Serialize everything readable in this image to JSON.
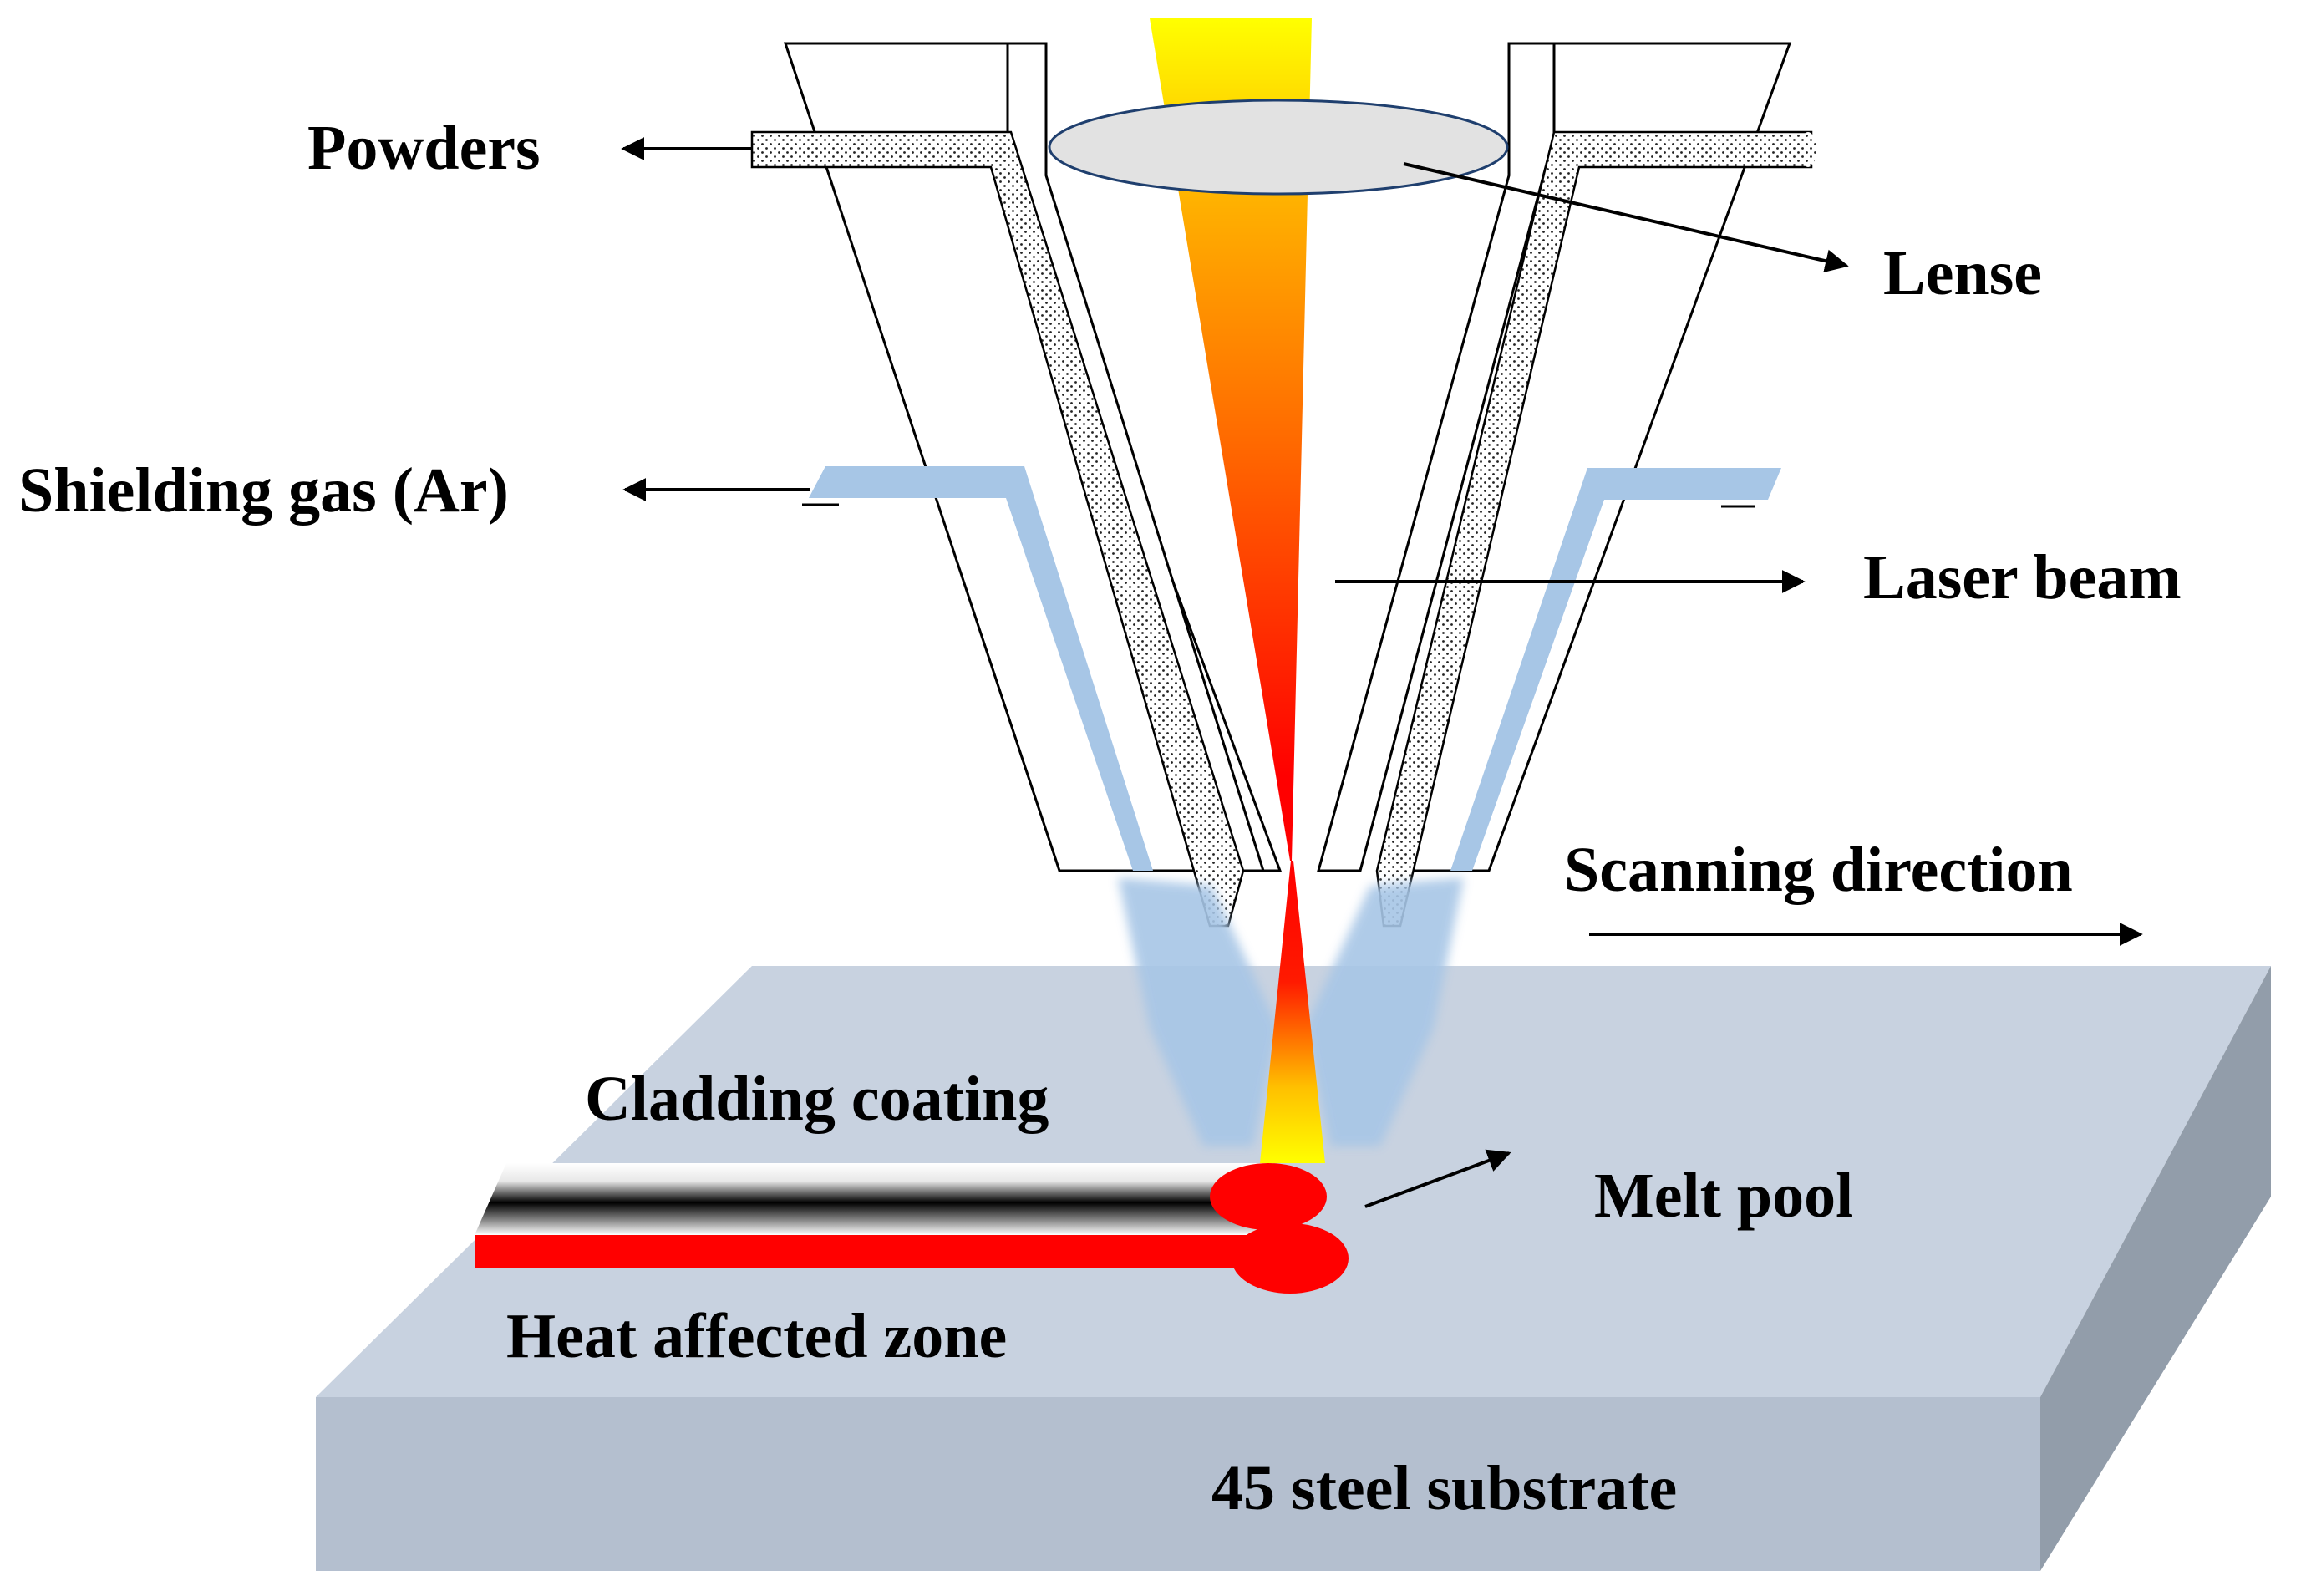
{
  "labels": {
    "powders": "Powders",
    "lense": "Lense",
    "shielding_gas": "Shielding gas (Ar)",
    "laser_beam": "Laser beam",
    "scanning_direction": "Scanning direction",
    "cladding_coating": "Cladding coating",
    "melt_pool": "Melt pool",
    "heat_affected_zone": "Heat affected zone",
    "substrate": "45 steel substrate"
  },
  "colors": {
    "substrate_top": "#c8d2e0",
    "substrate_front": "#b4bfcf",
    "substrate_side": "#929daa",
    "shielding_gas": "#a7c6e6",
    "melt_pool": "#ff0000",
    "heat_affected_zone": "#ff0000",
    "lens": "#e2e2e2",
    "laser_top": "#ffff00",
    "laser_mid": "#ff9a00",
    "laser_core": "#ff0000"
  }
}
